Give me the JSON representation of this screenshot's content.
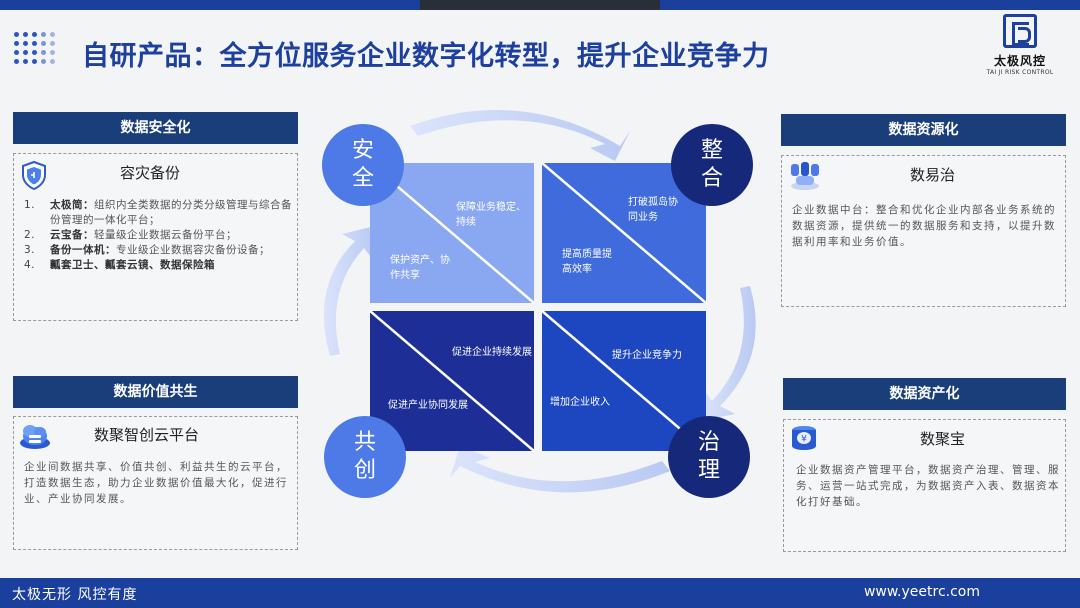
{
  "page": {
    "title": "自研产品：全方位服务企业数字化转型，提升企业竞争力"
  },
  "logo": {
    "name_cn": "太极风控",
    "name_en": "TAI JI RISK CONTROL"
  },
  "left_top": {
    "header": "数据安全化",
    "title": "容灾备份",
    "icon": "shield-icon",
    "items": [
      {
        "num": "1.",
        "name": "太极简：",
        "desc": "组织内全类数据的分类分级管理与综合备份管理的一体化平台；"
      },
      {
        "num": "2.",
        "name": "云宝备：",
        "desc": "轻量级企业数据云备份平台；"
      },
      {
        "num": "3.",
        "name": "备份一体机：",
        "desc": "专业级企业数据容灾备份设备；"
      },
      {
        "num": "4.",
        "name": "瓤套卫士、瓤套云镜、数据保险箱",
        "desc": ""
      }
    ]
  },
  "left_bottom": {
    "header": "数据价值共生",
    "title": "数聚智创云平台",
    "icon": "cloud-database-icon",
    "desc": "企业间数据共享、价值共创、利益共生的云平台，打造数据生态，助力企业数据价值最大化，促进行业、产业协同发展。"
  },
  "right_top": {
    "header": "数据资源化",
    "title": "数易治",
    "icon": "database-cluster-icon",
    "desc": "企业数据中台：整合和优化企业内部各业务系统的数据资源，提供统一的数据服务和支持，以提升数据利用率和业务价值。"
  },
  "right_bottom": {
    "header": "数据资产化",
    "title": "数聚宝",
    "icon": "database-coin-icon",
    "desc": "企业数据资产管理平台，数据资产治理、管理、服务、运营一站式完成，为数据资产入表、数据资本化打好基础。"
  },
  "center": {
    "circles": {
      "tl": "安全",
      "tr": "整合",
      "br": "治理",
      "bl": "共创"
    },
    "quadrants": {
      "tl_upper": "保障业务稳定、持续",
      "tl_lower": "保护资产、协作共享",
      "tr_upper": "打破孤岛协同业务",
      "tr_lower": "提高质量提高效率",
      "br_upper": "提升企业竞争力",
      "br_lower": "增加企业收入",
      "bl_upper": "促进企业持续发展",
      "bl_lower": "促进产业协同发展"
    },
    "colors": {
      "tl": "#8aa8f2",
      "tr": "#3f6bdc",
      "bl": "#1d2f97",
      "br": "#1d47c0",
      "circle_light": "#4d7ae6",
      "circle_dark": "#16287a"
    }
  },
  "footer": {
    "slogan": "太极无形  风控有度",
    "url": "www.yeetrc.com"
  }
}
